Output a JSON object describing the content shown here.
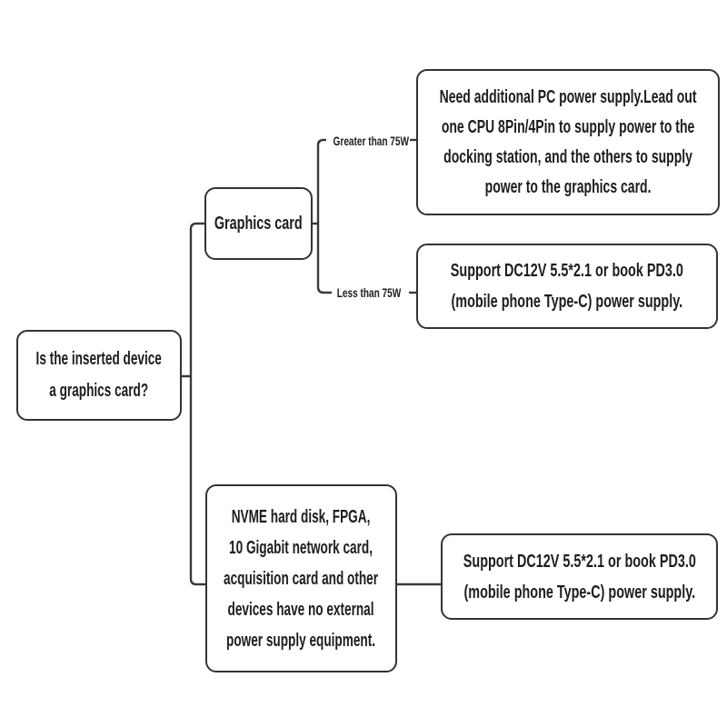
{
  "colors": {
    "background": "#ffffff",
    "node_border": "#333333",
    "text": "#1d1d1d",
    "connector": "#3a3a3a"
  },
  "nodes": {
    "decision": {
      "lines": [
        "Is the inserted device",
        "a graphics card?"
      ]
    },
    "graphics_card": {
      "label": "Graphics card"
    },
    "need_pc_power": {
      "lines": [
        "Need additional PC power supply.Lead out",
        "one CPU 8Pin/4Pin to supply power to the",
        "docking station, and the others to supply",
        "power to the graphics card."
      ]
    },
    "support_dc_1": {
      "lines": [
        "Support DC12V 5.5*2.1 or book PD3.0",
        "(mobile phone Type-C) power supply."
      ]
    },
    "other_devices": {
      "lines": [
        "NVME hard disk, FPGA,",
        "10 Gigabit network card,",
        "acquisition card and other",
        "devices have no external",
        "power supply equipment."
      ]
    },
    "support_dc_2": {
      "lines": [
        "Support DC12V 5.5*2.1 or book PD3.0",
        "(mobile phone Type-C) power supply."
      ]
    }
  },
  "edges": {
    "greater_label": "Greater than 75W",
    "less_label": "Less than 75W"
  }
}
